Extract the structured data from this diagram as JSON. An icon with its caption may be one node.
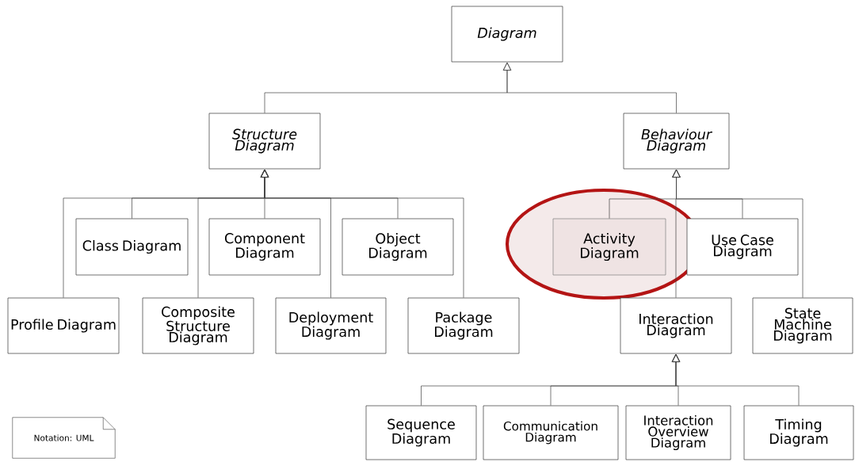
{
  "diagram": {
    "nodes": [
      {
        "text": [
          "Diagram"
        ]
      },
      {
        "text": [
          "Structure Diagram"
        ]
      },
      {
        "text": [
          "Behaviour Diagram"
        ]
      },
      {
        "text": [
          "Class Diagram"
        ]
      },
      {
        "text": [
          "Component Diagram"
        ]
      },
      {
        "text": [
          "Object Diagram"
        ]
      },
      {
        "text": [
          "Profile Diagram"
        ]
      },
      {
        "text": [
          "Composite Structure Diagram"
        ]
      },
      {
        "text": [
          "Deployment Diagram"
        ]
      },
      {
        "text": [
          "Package Diagram"
        ]
      },
      {
        "text": [
          "Activity Diagram"
        ]
      },
      {
        "text": [
          "Use Case Diagram"
        ]
      },
      {
        "text": [
          "Interaction Diagram"
        ]
      },
      {
        "text": [
          "State Machine Diagram"
        ]
      },
      {
        "text": [
          "Sequence Diagram"
        ]
      },
      {
        "text": [
          "Communication Diagram"
        ]
      },
      {
        "text": [
          "Interaction Overview Diagram"
        ]
      },
      {
        "text": [
          "Timing Diagram"
        ]
      },
      {
        "text": [
          "Notation: UML"
        ]
      }
    ],
    "edges": [
      {
        "from": 1,
        "to": 0,
        "arrow": "to"
      },
      {
        "from": 2,
        "to": 0,
        "arrow": "to"
      },
      {
        "from": 3,
        "to": 1,
        "arrow": "to"
      },
      {
        "from": 4,
        "to": 1,
        "arrow": "to"
      },
      {
        "from": 5,
        "to": 1,
        "arrow": "to"
      },
      {
        "from": 6,
        "to": 1,
        "arrow": "to"
      },
      {
        "from": 7,
        "to": 1,
        "arrow": "to"
      },
      {
        "from": 8,
        "to": 1,
        "arrow": "to"
      },
      {
        "from": 9,
        "to": 1,
        "arrow": "to"
      },
      {
        "from": 10,
        "to": 2,
        "arrow": "to"
      },
      {
        "from": 11,
        "to": 2,
        "arrow": "to"
      },
      {
        "from": 12,
        "to": 2,
        "arrow": "to"
      },
      {
        "from": 13,
        "to": 2,
        "arrow": "to"
      },
      {
        "from": 14,
        "to": 12,
        "arrow": "to"
      },
      {
        "from": 15,
        "to": 12,
        "arrow": "to"
      },
      {
        "from": 16,
        "to": 12,
        "arrow": "to"
      },
      {
        "from": 17,
        "to": 12,
        "arrow": "to"
      }
    ]
  }
}
